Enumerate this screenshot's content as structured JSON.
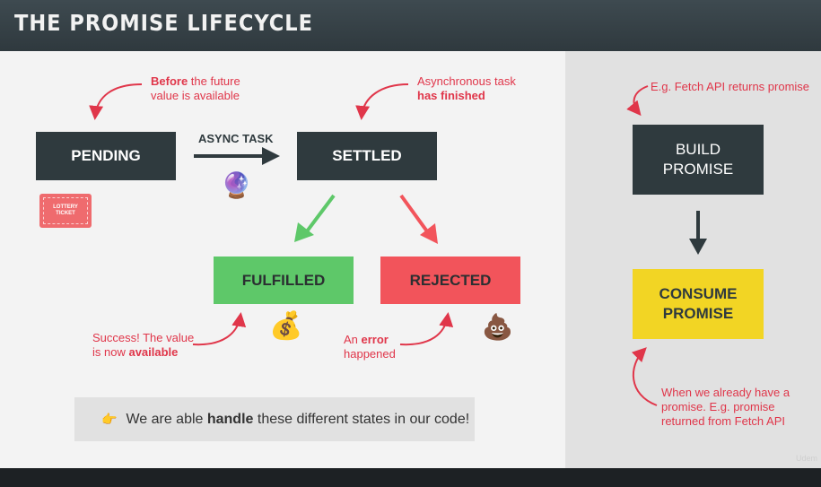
{
  "header": {
    "title": "THE PROMISE LIFECYCLE"
  },
  "states": {
    "pending": "PENDING",
    "settled": "SETTLED",
    "fulfilled": "FULFILLED",
    "rejected": "REJECTED"
  },
  "async_task_label": "ASYNC TASK",
  "ticket_label": "LOTTERY TICKET",
  "notes": {
    "pending_bold": "Before",
    "pending_rest_1": " the future",
    "pending_rest_2": "value is available",
    "settled_line_1": "Asynchronous task",
    "settled_bold": "has finished",
    "fulfilled_line_1": "Success! The value",
    "fulfilled_prefix_2": "is now ",
    "fulfilled_bold": "available",
    "rejected_prefix": "An ",
    "rejected_bold": "error",
    "rejected_line_2": "happened"
  },
  "banner": {
    "pointer": "👉",
    "prefix": "We are able ",
    "bold": "handle",
    "suffix": " these different states in our code!"
  },
  "side": {
    "note_top": "E.g. Fetch API returns promise",
    "build_line_1": "BUILD",
    "build_line_2": "PROMISE",
    "consume_line_1": "CONSUME",
    "consume_line_2": "PROMISE",
    "note_bottom_1": "When we already have a",
    "note_bottom_2": "promise. E.g. promise",
    "note_bottom_3": "returned from Fetch API"
  },
  "emojis": {
    "crystal_ball": "🔮",
    "money_bag": "💰",
    "poop": "💩"
  },
  "watermark": "Udem",
  "colors": {
    "dark_box": "#2f3a3e",
    "fulfilled": "#5ec869",
    "rejected": "#f2545b",
    "consume": "#f2d524",
    "annotation": "#e0364a",
    "green_arrow": "#5ec869",
    "red_arrow": "#f2545b"
  }
}
